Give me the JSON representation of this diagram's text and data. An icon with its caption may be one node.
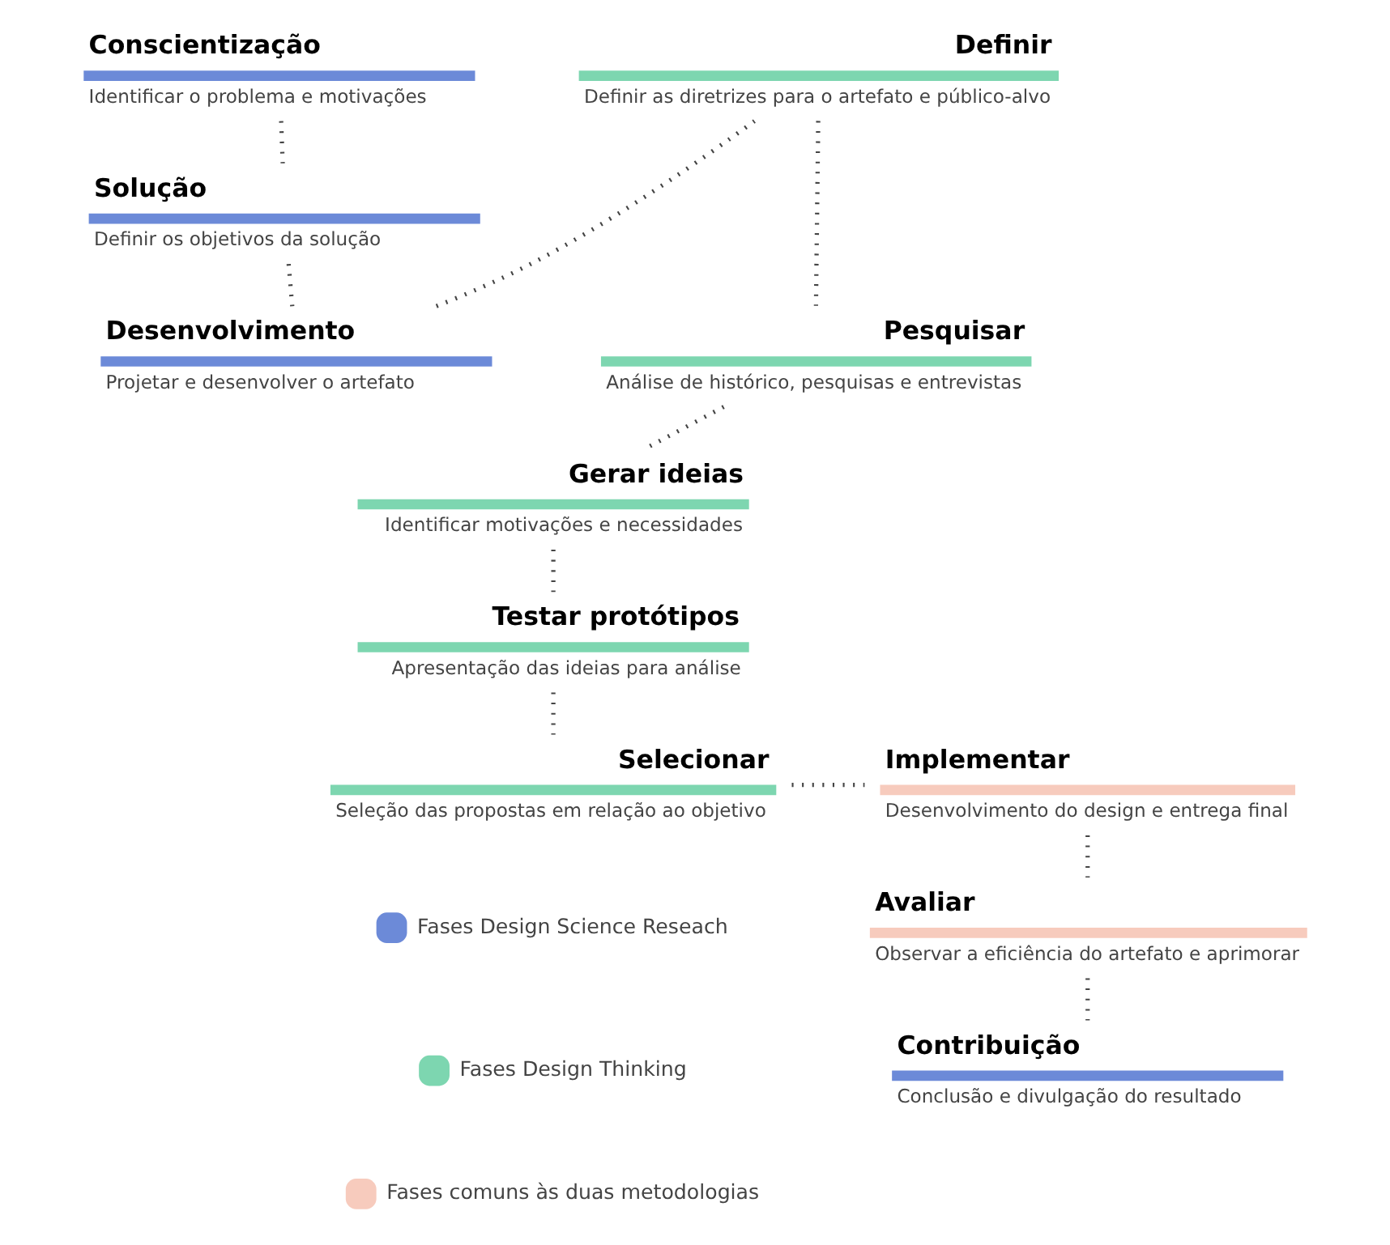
{
  "diagram": {
    "nodes": [
      {
        "text": [
          "Conscientização",
          "Identificar o problema e motivações"
        ]
      },
      {
        "text": [
          "Solução",
          "Definir os objetivos da solução"
        ]
      },
      {
        "text": [
          "Desenvolvimento",
          "Projetar e desenvolver o artefato"
        ]
      },
      {
        "text": [
          "Definir",
          "Definir as diretrizes para o artefato e público-alvo"
        ]
      },
      {
        "text": [
          "Pesquisar",
          "Análise de histórico, pesquisas e entrevistas"
        ]
      },
      {
        "text": [
          "Gerar ideias",
          "Identificar motivações e necessidades"
        ]
      },
      {
        "text": [
          "Testar protótipos",
          "Apresentação das ideias para análise"
        ]
      },
      {
        "text": [
          "Selecionar",
          "Seleção das propostas em relação ao objetivo"
        ]
      },
      {
        "text": [
          "Implementar",
          "Desenvolvimento do design e entrega final"
        ]
      },
      {
        "text": [
          "Avaliar",
          "Observar a eficiência do artefato e aprimorar"
        ]
      },
      {
        "text": [
          "Contribuição",
          "Conclusão e divulgação do resultado"
        ]
      }
    ],
    "edges": [
      {
        "from": 0,
        "to": 1,
        "arrow": "none"
      },
      {
        "from": 1,
        "to": 2,
        "arrow": "none"
      },
      {
        "from": 2,
        "to": 3,
        "arrow": "none"
      },
      {
        "from": 3,
        "to": 4,
        "arrow": "none"
      },
      {
        "from": 4,
        "to": 5,
        "arrow": "none"
      },
      {
        "from": 5,
        "to": 6,
        "arrow": "none"
      },
      {
        "from": 6,
        "to": 7,
        "arrow": "none"
      },
      {
        "from": 7,
        "to": 8,
        "arrow": "none"
      },
      {
        "from": 8,
        "to": 9,
        "arrow": "none"
      },
      {
        "from": 9,
        "to": 10,
        "arrow": "none"
      }
    ],
    "legend": [
      {
        "text": "Fases Design Science Reseach",
        "color": "#6c8ad8"
      },
      {
        "text": "Fases Design Thinking",
        "color": "#7dd6b0"
      },
      {
        "text": "Fases comuns às duas metodologias",
        "color": "#f7cbbd"
      }
    ]
  }
}
